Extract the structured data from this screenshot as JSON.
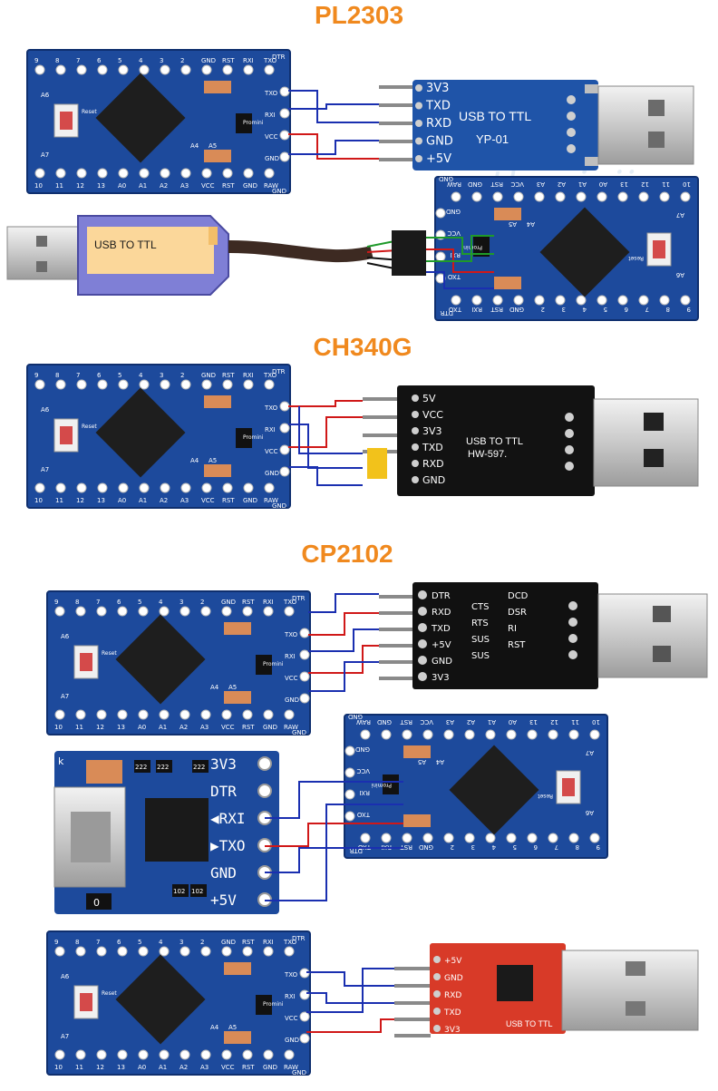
{
  "titles": {
    "pl2303": "PL2303",
    "ch340g": "CH340G",
    "cp2102": "CP2102"
  },
  "watermark": "thegioiic",
  "board": {
    "top_pins": [
      "9",
      "8",
      "7",
      "6",
      "5",
      "4",
      "3",
      "2",
      "GND",
      "RST",
      "RXI",
      "TXO"
    ],
    "dtr": "DTR",
    "bottom_pins": [
      "10",
      "11",
      "12",
      "13",
      "A0",
      "A1",
      "A2",
      "A3",
      "VCC",
      "RST",
      "GND",
      "RAW"
    ],
    "gnd_corner": "GND",
    "side_pins": [
      "TXO",
      "RXI",
      "VCC",
      "GND"
    ],
    "inner_labels": [
      "A4",
      "A5",
      "A7",
      "A6",
      "Reset",
      "Promini"
    ]
  },
  "colors": {
    "pcb_blue": "#1d4a9c",
    "pcb_dark": "#0f2f6e",
    "wire_blue": "#1a2fb0",
    "wire_red": "#d01818",
    "wire_green": "#1f9a2a",
    "title_orange": "#f0891e",
    "cp_red_board": "#d83a28"
  },
  "pl2303_module": {
    "pins": [
      "3V3",
      "TXD",
      "RXD",
      "GND",
      "+5V"
    ],
    "text1": "USB TO TTL",
    "text2": "YP-01"
  },
  "cable_module": {
    "text": "USB TO TTL"
  },
  "ch340_module": {
    "pins": [
      "5V",
      "VCC",
      "3V3",
      "TXD",
      "RXD",
      "GND"
    ],
    "text1": "USB TO TTL",
    "text2": "HW-597."
  },
  "cp2102_module": {
    "pins": [
      "DTR",
      "RXD",
      "TXD",
      "+5V",
      "GND",
      "3V3"
    ],
    "pins2": [
      "CTS",
      "RTS",
      "SUS",
      "SUS"
    ],
    "pins3": [
      "DCD",
      "DSR",
      "RI",
      "RST"
    ]
  },
  "micro_module": {
    "pins": [
      "3V3",
      "DTR",
      "◀RXI",
      "▶TXO",
      "GND",
      "+5V"
    ],
    "chips": [
      "222",
      "222",
      "222",
      "102",
      "102"
    ],
    "corner": "k",
    "zero": "0"
  },
  "red_module": {
    "pins": [
      "+5V",
      "GND",
      "RXD",
      "TXD",
      "3V3"
    ],
    "text": "USB TO TTL"
  }
}
